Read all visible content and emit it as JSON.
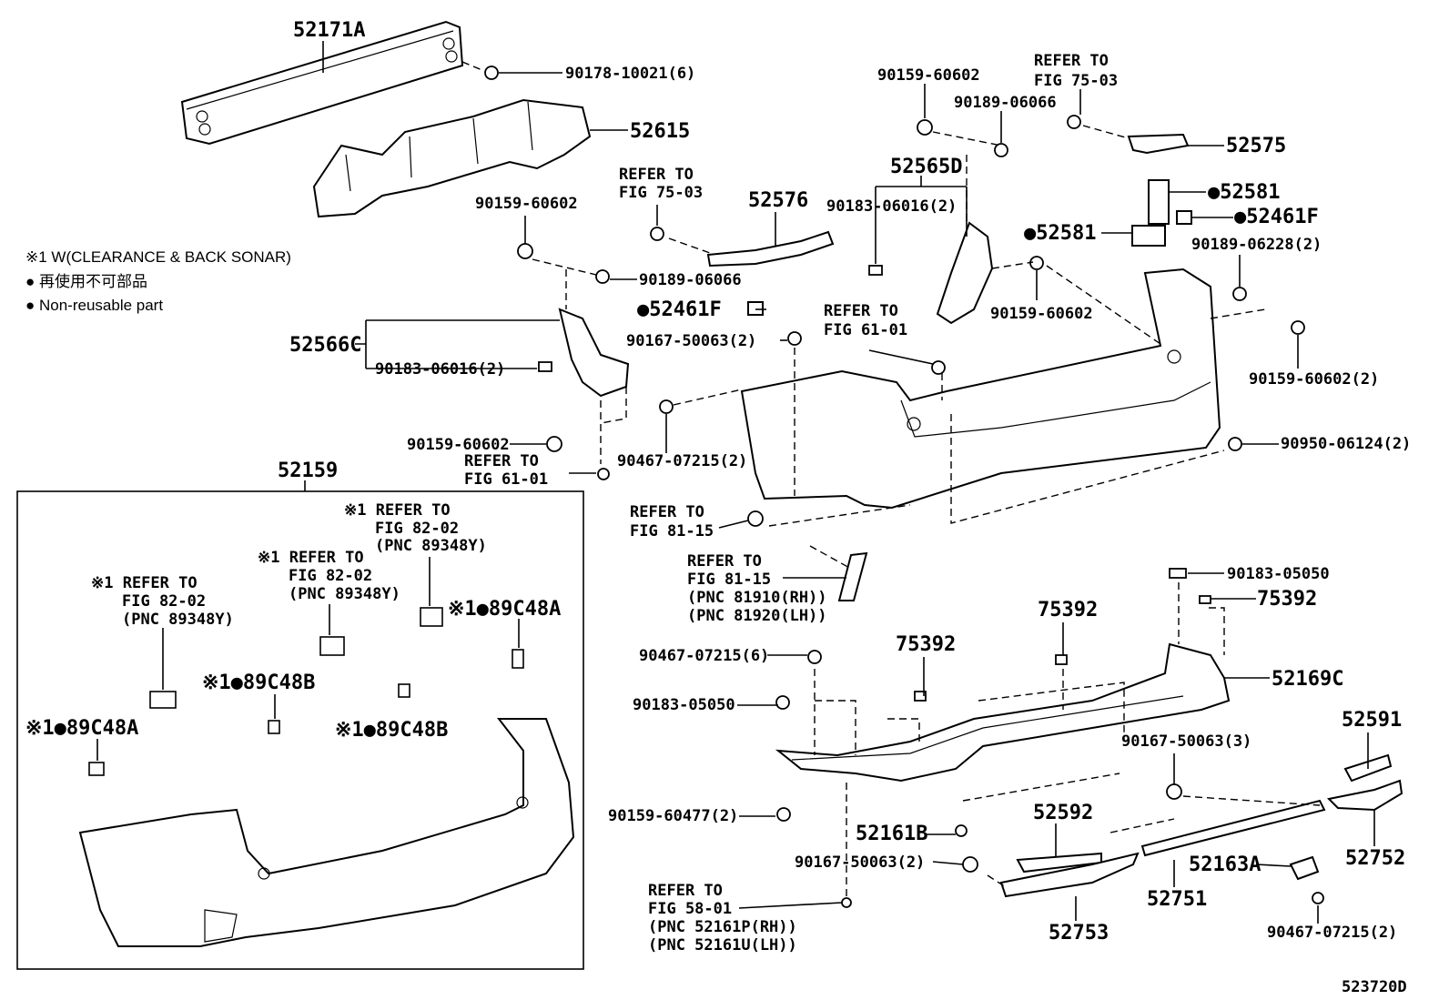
{
  "legend": {
    "note1": "※1 W(CLEARANCE & BACK SONAR)",
    "note2": "● 再使用不可部品",
    "note3": "● Non-reusable part"
  },
  "figure_code": "523720D",
  "labels": {
    "p52171A": "52171A",
    "p90178": "90178-10021(6)",
    "p52615": "52615",
    "p90159_a": "90159-60602",
    "p90189_a": "90189-06066",
    "p52566C": "52566C",
    "p90183_a": "90183-06016(2)",
    "p90159_b": "90159-60602",
    "refer61_a1": "REFER TO",
    "refer61_a2": "FIG 61-01",
    "refer75_a1": "REFER TO",
    "refer75_a2": "FIG 75-03",
    "p52576": "52576",
    "p52461F_a": "●52461F",
    "p90167_a": "90167-50063(2)",
    "p90467_a": "90467-07215(2)",
    "p90159_c": "90159-60602",
    "p90189_b": "90189-06066",
    "refer75_b1": "REFER TO",
    "refer75_b2": "FIG 75-03",
    "p52575": "52575",
    "p52565D": "52565D",
    "p90183_b": "90183-06016(2)",
    "p52581_a": "●52581",
    "p52461F_b": "●52461F",
    "p52581_b": "●52581",
    "p90189_c": "90189-06228(2)",
    "p90159_d": "90159-60602",
    "refer61_b1": "REFER TO",
    "refer61_b2": "FIG 61-01",
    "p90159_e": "90159-60602(2)",
    "p90950": "90950-06124(2)",
    "refer81_a1": "REFER TO",
    "refer81_a2": "FIG 81-15",
    "refer81_b1": "REFER TO",
    "refer81_b2": "FIG 81-15",
    "refer81_b3": "(PNC 81910(RH))",
    "refer81_b4": "(PNC 81920(LH))",
    "p52159": "52159",
    "ref82_a1": "※1 REFER TO",
    "ref82_a2": "FIG 82-02",
    "ref82_a3": "(PNC 89348Y)",
    "ref82_b1": "※1 REFER TO",
    "ref82_b2": "FIG 82-02",
    "ref82_b3": "(PNC 89348Y)",
    "ref82_c1": "※1 REFER TO",
    "ref82_c2": "FIG 82-02",
    "ref82_c3": "(PNC 89348Y)",
    "p89C48A_a": "※1●89C48A",
    "p89C48B_a": "※1●89C48B",
    "p89C48A_b": "※1●89C48A",
    "p89C48B_b": "※1●89C48B",
    "p90183_c": "90183-05050",
    "p75392_a": "75392",
    "p75392_b": "75392",
    "p75392_c": "75392",
    "p90467_b": "90467-07215(6)",
    "p90183_d": "90183-05050",
    "p52169C": "52169C",
    "p90167_b": "90167-50063(3)",
    "p52591": "52591",
    "p90159_f": "90159-60477(2)",
    "p52161B": "52161B",
    "p52592": "52592",
    "p90167_c": "90167-50063(2)",
    "p52163A": "52163A",
    "p52752": "52752",
    "p52751": "52751",
    "refer58_1": "REFER TO",
    "refer58_2": "FIG 58-01",
    "refer58_3": "(PNC 52161P(RH))",
    "refer58_4": "(PNC 52161U(LH))",
    "p52753": "52753",
    "p90467_c": "90467-07215(2)"
  }
}
